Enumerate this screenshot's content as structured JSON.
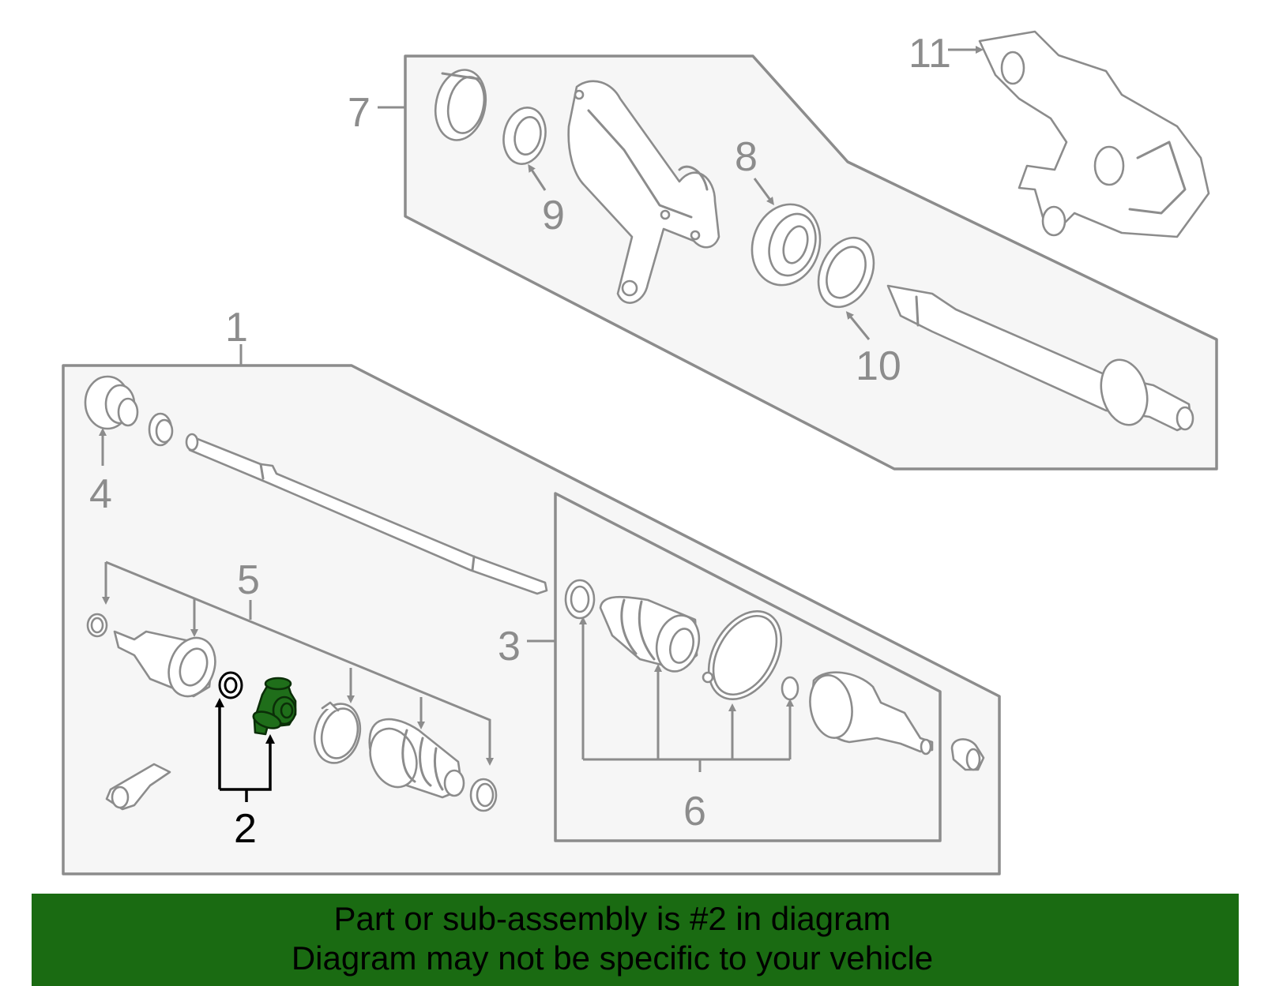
{
  "callouts": {
    "c1": "1",
    "c2": "2",
    "c3": "3",
    "c4": "4",
    "c5": "5",
    "c6": "6",
    "c7": "7",
    "c8": "8",
    "c9": "9",
    "c10": "10",
    "c11": "11"
  },
  "highlighted_callout": "2",
  "banner": {
    "line1": "Part or sub-assembly is #2 in diagram",
    "line2": "Diagram may not be specific to your vehicle"
  },
  "colors": {
    "highlight": "#1f6e1a",
    "banner": "#1a6b12",
    "outline": "#8c8c8c"
  }
}
